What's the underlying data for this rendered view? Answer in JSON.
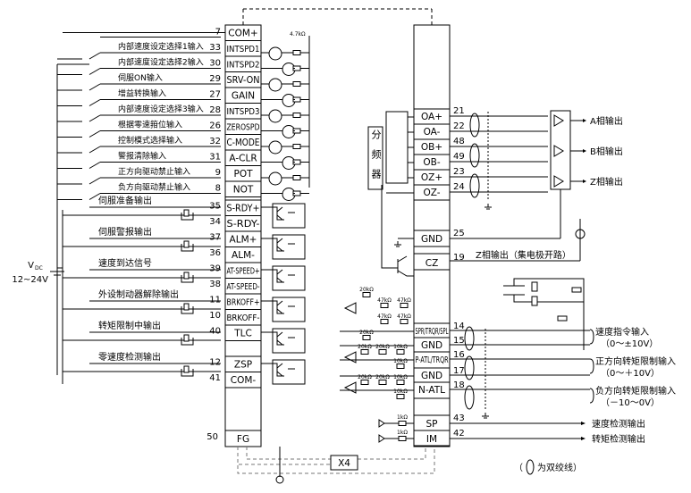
{
  "left_connector": {
    "inputs": [
      {
        "pin": "7",
        "signal": "COM+",
        "label": ""
      },
      {
        "pin": "33",
        "signal": "INTSPD1",
        "label": "内部速度设定选择1输入"
      },
      {
        "pin": "30",
        "signal": "INTSPD2",
        "label": "内部速度设定选择2输入"
      },
      {
        "pin": "29",
        "signal": "SRV-ON",
        "label": "伺服ON输入"
      },
      {
        "pin": "27",
        "signal": "GAIN",
        "label": "增益转换输入"
      },
      {
        "pin": "28",
        "signal": "INTSPD3",
        "label": "内部速度设定选择3输入"
      },
      {
        "pin": "26",
        "signal": "ZEROSPD",
        "label": "根据零速箝位输入"
      },
      {
        "pin": "32",
        "signal": "C-MODE",
        "label": "控制模式选择输入"
      },
      {
        "pin": "31",
        "signal": "A-CLR",
        "label": "警报清除输入"
      },
      {
        "pin": "9",
        "signal": "POT",
        "label": "正方向驱动禁止输入"
      },
      {
        "pin": "8",
        "signal": "NOT",
        "label": "负方向驱动禁止输入"
      }
    ],
    "resistor_label": "4.7kΩ",
    "outputs": [
      {
        "label": "伺服准备输出",
        "plus": {
          "pin": "35",
          "signal": "S-RDY+"
        },
        "minus": {
          "pin": "34",
          "signal": "S-RDY-"
        }
      },
      {
        "label": "伺服警报输出",
        "plus": {
          "pin": "37",
          "signal": "ALM+"
        },
        "minus": {
          "pin": "36",
          "signal": "ALM-"
        }
      },
      {
        "label": "速度到达信号",
        "plus": {
          "pin": "39",
          "signal": "AT-SPEED+"
        },
        "minus": {
          "pin": "38",
          "signal": "AT-SPEED-"
        }
      },
      {
        "label": "外设制动器解除输出",
        "plus": {
          "pin": "11",
          "signal": "BRKOFF+"
        },
        "minus": {
          "pin": "10",
          "signal": "BRKOFF-"
        }
      },
      {
        "label": "转矩限制中输出",
        "plus": {
          "pin": "40",
          "signal": "TLC"
        },
        "minus": {
          "pin": "",
          "signal": ""
        }
      },
      {
        "label": "零速度检测输出",
        "plus": {
          "pin": "12",
          "signal": "ZSP"
        },
        "minus": {
          "pin": "41",
          "signal": "COM-"
        }
      }
    ],
    "fg": {
      "pin": "50",
      "signal": "FG"
    },
    "supply": {
      "v": "V",
      "sub": "DC",
      "range": "12~24V"
    }
  },
  "right_connector": {
    "divider": "分频器",
    "encoder": [
      {
        "pin": "21",
        "signal": "OA+"
      },
      {
        "pin": "22",
        "signal": "OA-"
      },
      {
        "pin": "48",
        "signal": "OB+"
      },
      {
        "pin": "49",
        "signal": "OB-"
      },
      {
        "pin": "23",
        "signal": "OZ+"
      },
      {
        "pin": "24",
        "signal": "OZ-"
      }
    ],
    "phase_outputs": [
      "A相输出",
      "B相输出",
      "Z相输出"
    ],
    "gnd": {
      "pin": "25",
      "signal": "GND"
    },
    "cz": {
      "pin": "19",
      "signal": "CZ",
      "label": "Z相输出（集电极开路）"
    },
    "analog": [
      {
        "pin": "14",
        "signal": "SPR/TRQR/SPL"
      },
      {
        "pin": "15",
        "signal": "GND"
      },
      {
        "pin": "16",
        "signal": "P-ATL/TRQR"
      },
      {
        "pin": "17",
        "signal": "GND"
      },
      {
        "pin": "18",
        "signal": "N-ATL"
      }
    ],
    "analog_labels": [
      {
        "title": "速度指令输入",
        "range": "（0～±10V）"
      },
      {
        "title": "正方向转矩限制输入",
        "range": "（0～＋10V）"
      },
      {
        "title": "负方向转矩限制输入",
        "range": "（－10～0V）"
      }
    ],
    "monitor": [
      {
        "pin": "43",
        "signal": "SP",
        "res": "1kΩ",
        "label": "速度检测输出"
      },
      {
        "pin": "42",
        "signal": "IM",
        "res": "1kΩ",
        "label": "转矩检测输出"
      }
    ],
    "res_labels": [
      "20kΩ",
      "47kΩ",
      "47kΩ",
      "47kΩ",
      "47kΩ",
      "20kΩ",
      "20kΩ",
      "20kΩ",
      "10kΩ",
      "10kΩ",
      "20kΩ",
      "20kΩ",
      "10kΩ",
      "10kΩ"
    ]
  },
  "cable_label": "X4",
  "legend": {
    "open": "（",
    "close": "为双绞线）"
  }
}
